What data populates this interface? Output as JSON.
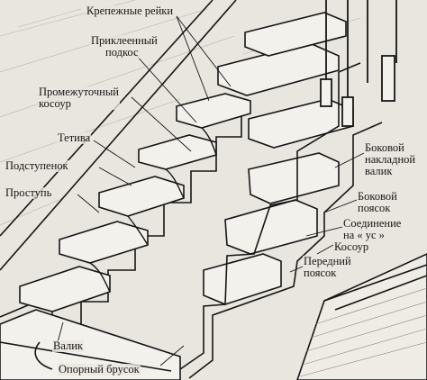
{
  "diagram": {
    "labels": {
      "fixing_slats": "Крепежные рейки",
      "glued_block_1": "Приклеенный",
      "glued_block_2": "подкос",
      "intermediate_stringer_1": "Промежуточный",
      "intermediate_stringer_2": "косоур",
      "string": "Тетива",
      "riser": "Подступенок",
      "tread": "Проступь",
      "bullnose": "Валик",
      "support_bar": "Опорный брусок",
      "side_roll_1": "Боковой",
      "side_roll_2": "накладной",
      "side_roll_3": "валик",
      "side_belt_1": "Боковой",
      "side_belt_2": "поясок",
      "miter_joint_1": "Соединение",
      "miter_joint_2": "на « ус »",
      "stringer": "Косоур",
      "front_belt_1": "Передний",
      "front_belt_2": "поясок"
    },
    "colors": {
      "ink": "#161616",
      "paper": "#e9e6df"
    }
  }
}
